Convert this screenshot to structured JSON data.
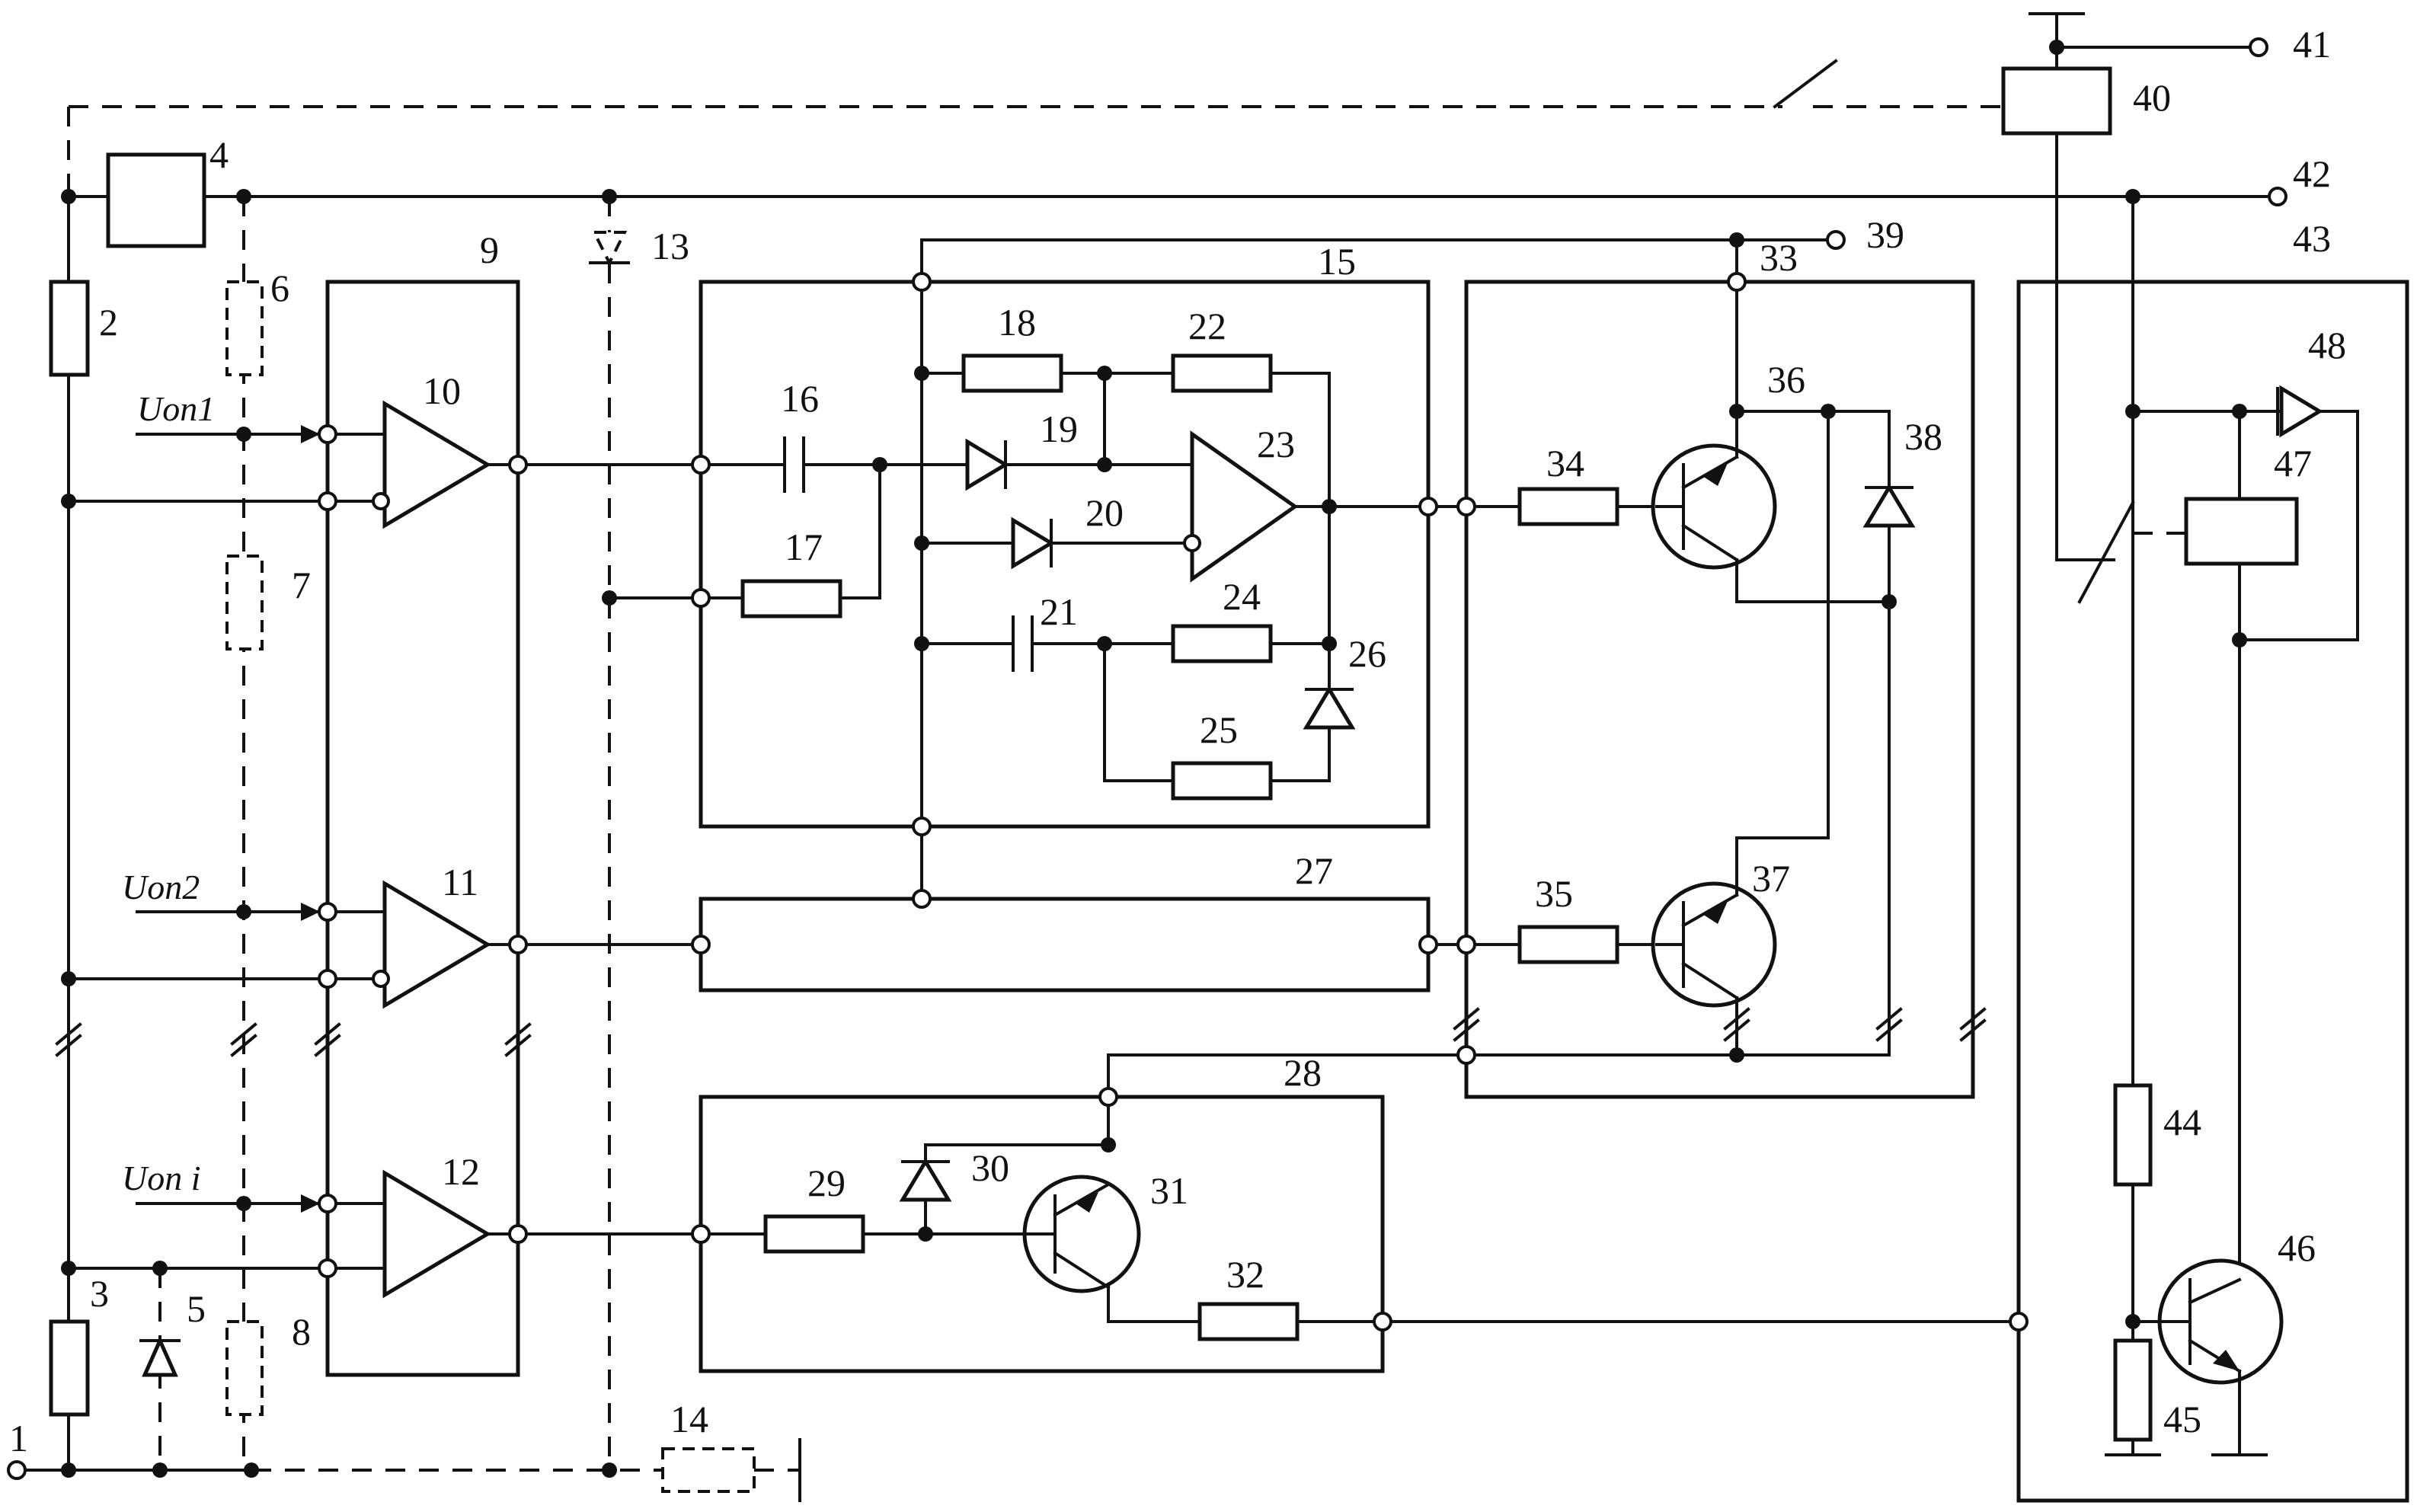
{
  "labels": {
    "n1": "1",
    "n2": "2",
    "n3": "3",
    "n4": "4",
    "n5": "5",
    "n6": "6",
    "n7": "7",
    "n8": "8",
    "n9": "9",
    "n10": "10",
    "n11": "11",
    "n12": "12",
    "n13": "13",
    "n14": "14",
    "n15": "15",
    "n16": "16",
    "n17": "17",
    "n18": "18",
    "n19": "19",
    "n20": "20",
    "n21": "21",
    "n22": "22",
    "n23": "23",
    "n24": "24",
    "n25": "25",
    "n26": "26",
    "n27": "27",
    "n28": "28",
    "n29": "29",
    "n30": "30",
    "n31": "31",
    "n32": "32",
    "n33": "33",
    "n34": "34",
    "n35": "35",
    "n36": "36",
    "n37": "37",
    "n38": "38",
    "n39": "39",
    "n40": "40",
    "n41": "41",
    "n42": "42",
    "n43": "43",
    "n44": "44",
    "n45": "45",
    "n46": "46",
    "n47": "47",
    "n48": "48"
  },
  "inputs": {
    "uon1": "Uon1",
    "uon2": "Uon2",
    "uoni": "Uon i"
  }
}
